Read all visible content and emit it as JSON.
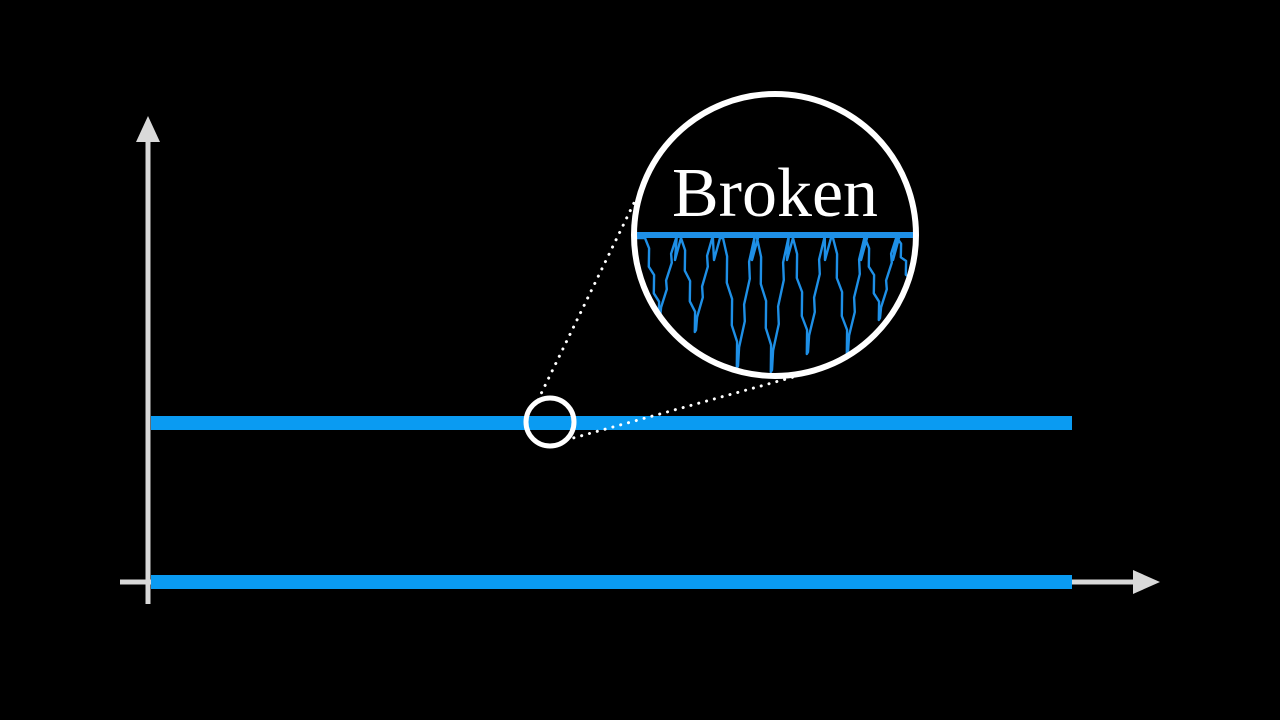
{
  "zoom_label": "Broken",
  "colors": {
    "background": "#000000",
    "axis": "#d9d9d9",
    "signal": "#0a9bf2",
    "zoom_signal": "#1e8fe6",
    "zoom_outline": "#ffffff",
    "leader": "#ffffff"
  },
  "signal_lines": {
    "upper_level": "high",
    "lower_level": "low"
  },
  "zoom_waveform": {
    "pattern": "downward-spikes",
    "spike_count": 8
  }
}
